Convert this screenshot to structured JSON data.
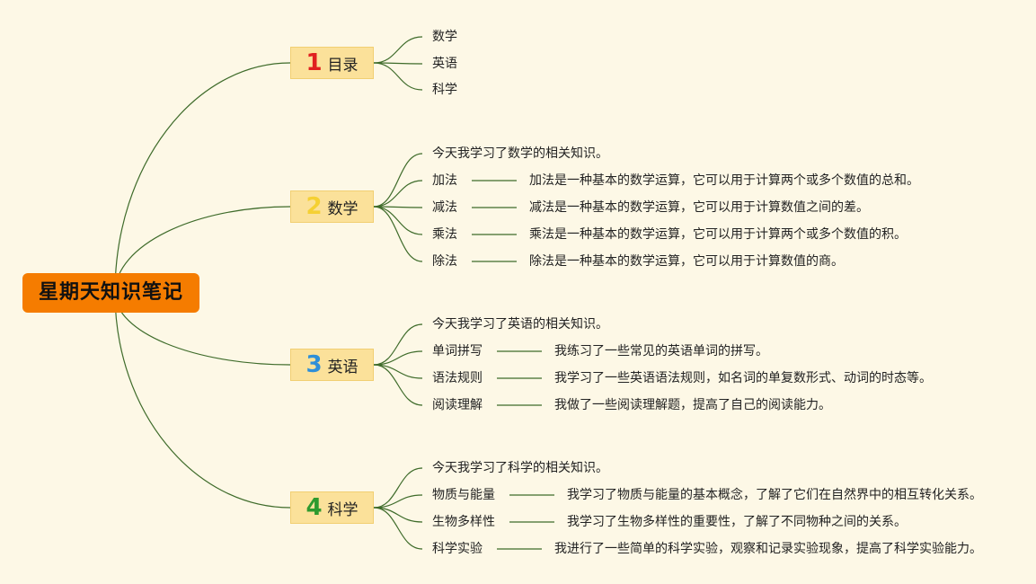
{
  "root": {
    "title": "星期天知识笔记"
  },
  "colors": {
    "background": "#fdf8e6",
    "root": "#f57c00",
    "branch_fill": "#fbe19a",
    "link": "#3e6b2a",
    "num1": "#e02020",
    "num2": "#f5d033",
    "num3": "#2f8fd8",
    "num4": "#2e9a2e"
  },
  "branches": [
    {
      "num": "1",
      "title": "目录",
      "items": [
        {
          "label": "数学"
        },
        {
          "label": "英语"
        },
        {
          "label": "科学"
        }
      ]
    },
    {
      "num": "2",
      "title": "数学",
      "intro": "今天我学习了数学的相关知识。",
      "items": [
        {
          "label": "加法",
          "desc": "加法是一种基本的数学运算，它可以用于计算两个或多个数值的总和。"
        },
        {
          "label": "减法",
          "desc": "减法是一种基本的数学运算，它可以用于计算数值之间的差。"
        },
        {
          "label": "乘法",
          "desc": "乘法是一种基本的数学运算，它可以用于计算两个或多个数值的积。"
        },
        {
          "label": "除法",
          "desc": "除法是一种基本的数学运算，它可以用于计算数值的商。"
        }
      ]
    },
    {
      "num": "3",
      "title": "英语",
      "intro": "今天我学习了英语的相关知识。",
      "items": [
        {
          "label": "单词拼写",
          "desc": "我练习了一些常见的英语单词的拼写。"
        },
        {
          "label": "语法规则",
          "desc": "我学习了一些英语语法规则，如名词的单复数形式、动词的时态等。"
        },
        {
          "label": "阅读理解",
          "desc": "我做了一些阅读理解题，提高了自己的阅读能力。"
        }
      ]
    },
    {
      "num": "4",
      "title": "科学",
      "intro": "今天我学习了科学的相关知识。",
      "items": [
        {
          "label": "物质与能量",
          "desc": "我学习了物质与能量的基本概念，了解了它们在自然界中的相互转化关系。"
        },
        {
          "label": "生物多样性",
          "desc": "我学习了生物多样性的重要性，了解了不同物种之间的关系。"
        },
        {
          "label": "科学实验",
          "desc": "我进行了一些简单的科学实验，观察和记录实验现象，提高了科学实验能力。"
        }
      ]
    }
  ]
}
